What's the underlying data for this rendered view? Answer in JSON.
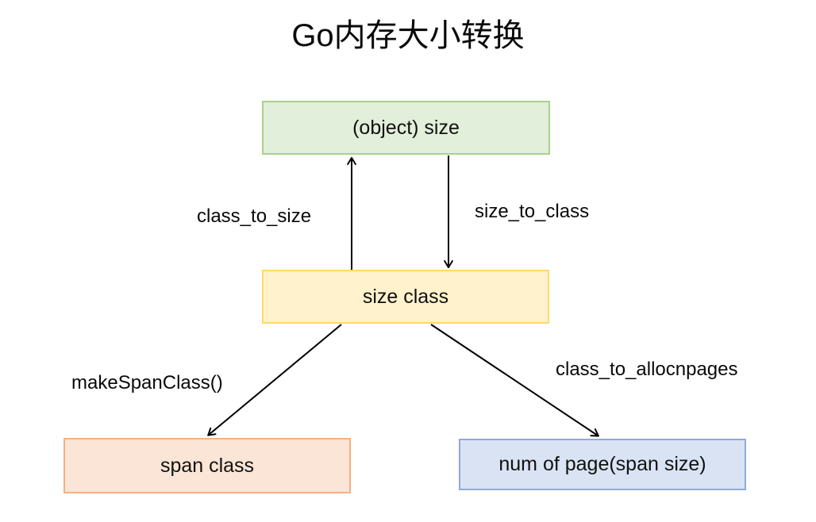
{
  "title": "Go内存大小转换",
  "nodes": {
    "object_size": {
      "label": "(object) size"
    },
    "size_class": {
      "label": "size class"
    },
    "span_class": {
      "label": "span class"
    },
    "num_of_page": {
      "label": "num of page(span size)"
    }
  },
  "edges": {
    "class_to_size": {
      "label": "class_to_size"
    },
    "size_to_class": {
      "label": "size_to_class"
    },
    "make_span_class": {
      "label": "makeSpanClass()"
    },
    "class_to_allocnpages": {
      "label": "class_to_allocnpages"
    }
  },
  "colors": {
    "object_size_fill": "#E2EFDA",
    "object_size_border": "#A9D18E",
    "size_class_fill": "#FFF2CC",
    "size_class_border": "#FFD966",
    "span_class_fill": "#FBE5D6",
    "span_class_border": "#F4B183",
    "num_of_page_fill": "#DAE3F3",
    "num_of_page_border": "#8FAADC",
    "arrow": "#000000",
    "text": "#0a0a0a",
    "background": "#ffffff"
  }
}
